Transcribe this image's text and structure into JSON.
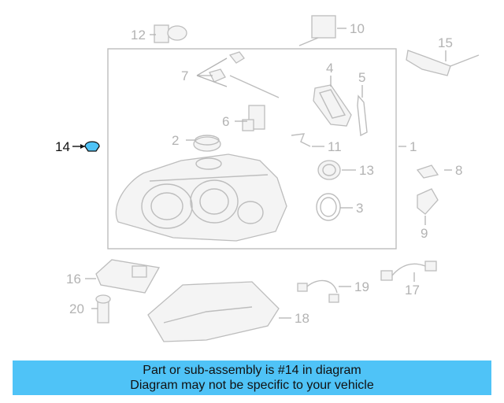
{
  "diagram": {
    "callouts": [
      "1",
      "2",
      "3",
      "4",
      "5",
      "6",
      "7",
      "8",
      "9",
      "10",
      "11",
      "12",
      "13",
      "14",
      "15",
      "16",
      "17",
      "18",
      "19",
      "20"
    ],
    "highlighted_part": "14"
  },
  "banner": {
    "line1": "Part or sub-assembly is #14 in diagram",
    "line2": "Diagram may not be specific to your vehicle"
  },
  "colors": {
    "banner": "#4fc3f7",
    "highlight": "#111111",
    "faded": "#b3b3b3"
  }
}
